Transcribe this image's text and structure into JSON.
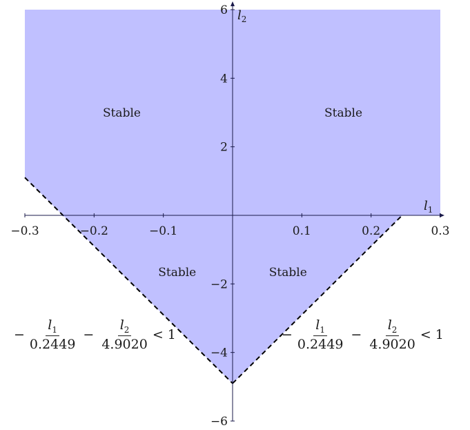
{
  "chart_data": {
    "type": "area",
    "xlim": [
      -0.3,
      0.3
    ],
    "ylim": [
      -6,
      6
    ],
    "x_ticks": [
      -0.3,
      -0.2,
      -0.1,
      0.1,
      0.2,
      0.3
    ],
    "x_tick_labels": [
      "−0.3",
      "−0.2",
      "−0.1",
      "0.1",
      "0.2",
      "0.3"
    ],
    "y_ticks": [
      -6,
      -4,
      -2,
      2,
      4,
      6
    ],
    "y_tick_labels": [
      "−6",
      "−4",
      "−2",
      "2",
      "4",
      "6"
    ],
    "xlabel": "l",
    "xlabel_sub": "1",
    "ylabel": "l",
    "ylabel_sub": "2",
    "grid": false,
    "region_color": "#c0c0ff",
    "boundary_color": "#000000",
    "boundary_style": "dashed",
    "region_polygon": [
      {
        "x": -0.3,
        "y": 6
      },
      {
        "x": 0.3,
        "y": 6
      },
      {
        "x": 0.3,
        "y": 0
      },
      {
        "x": 0.2449,
        "y": 0
      },
      {
        "x": 0,
        "y": -4.902
      },
      {
        "x": -0.3,
        "y": 1.1027
      }
    ],
    "boundaries": [
      {
        "points": [
          {
            "x": -0.3,
            "y": 1.1027
          },
          {
            "x": 0,
            "y": -4.902
          }
        ]
      },
      {
        "points": [
          {
            "x": 0,
            "y": -4.902
          },
          {
            "x": 0.2449,
            "y": 0
          }
        ]
      }
    ],
    "region_labels": [
      {
        "text": "Stable",
        "x": -0.16,
        "y": 3
      },
      {
        "text": "Stable",
        "x": 0.16,
        "y": 3
      },
      {
        "text": "Stable",
        "x": -0.08,
        "y": -1.65
      },
      {
        "text": "Stable",
        "x": 0.08,
        "y": -1.65
      }
    ],
    "inequalities": [
      {
        "lead": "−",
        "term1_num": "l",
        "term1_num_sub": "1",
        "term1_den": "0.2449",
        "op": "−",
        "term2_num": "l",
        "term2_num_sub": "2",
        "term2_den": "4.9020",
        "rel": "< 1"
      },
      {
        "lead": "−",
        "term1_num": "l",
        "term1_num_sub": "1",
        "term1_den": "0.2449",
        "op": "−",
        "term2_num": "l",
        "term2_num_sub": "2",
        "term2_den": "4.9020",
        "rel": "< 1"
      }
    ]
  }
}
